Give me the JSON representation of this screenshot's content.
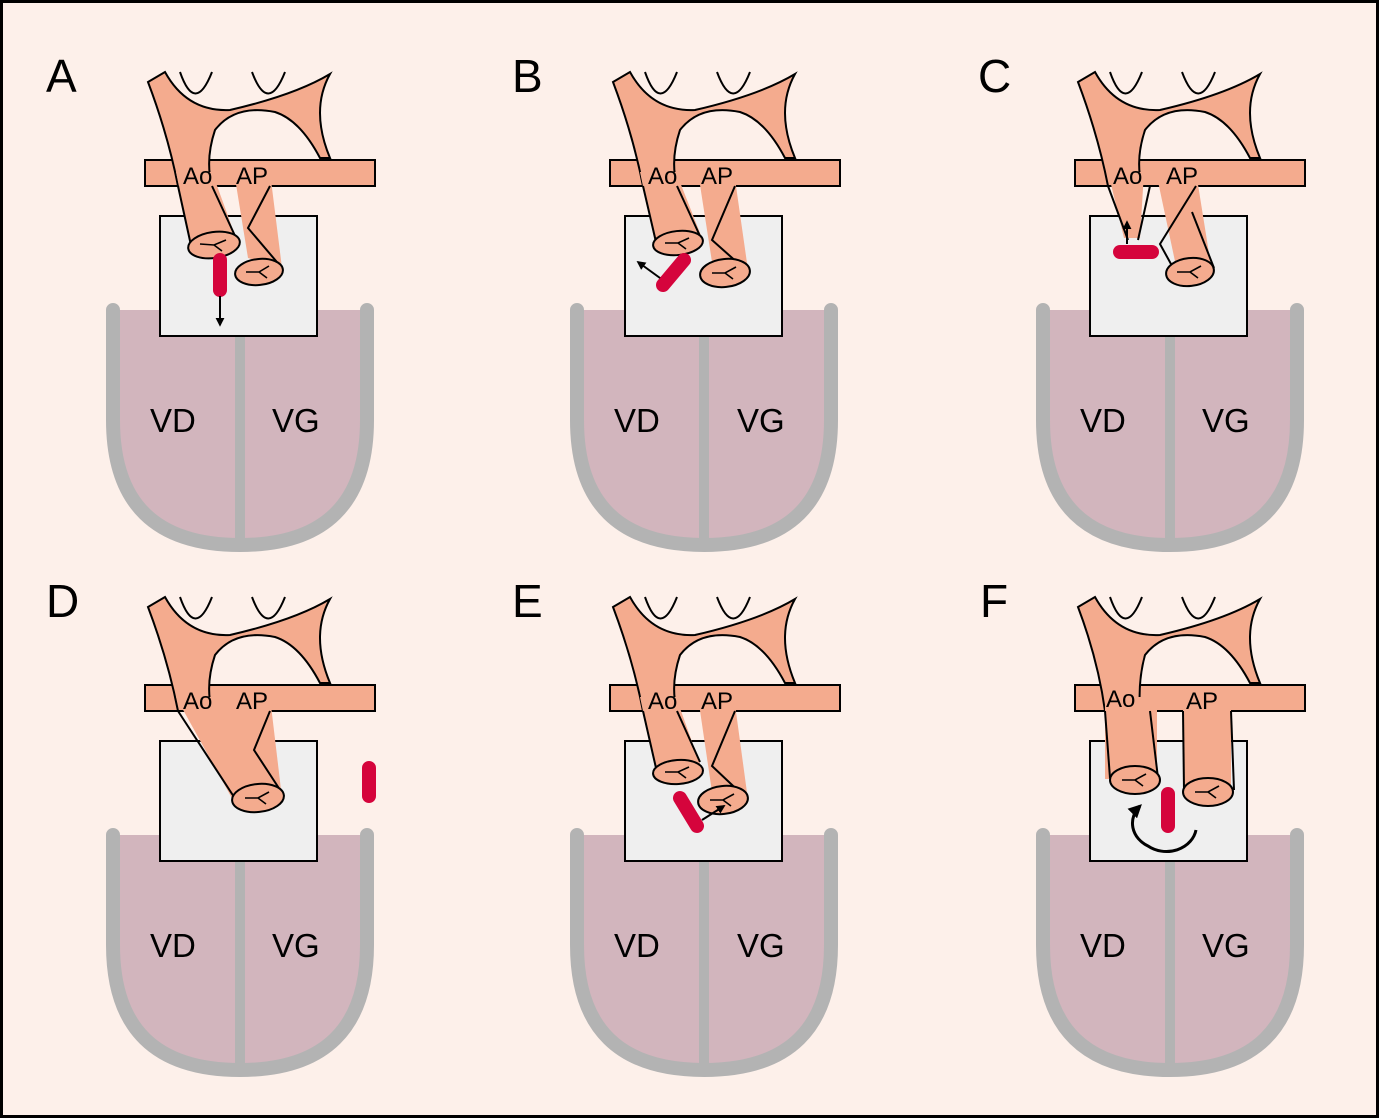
{
  "colors": {
    "background": "#fdf0ea",
    "vessel": "#f4ab8e",
    "box": "#efefef",
    "ventricle": "#d2b5bd",
    "wall": "#b3b3b3",
    "septum_bar": "#d5043c",
    "outline": "#000000"
  },
  "panels": [
    {
      "id": "A",
      "letter": "A",
      "ao": "Ao",
      "ap": "AP",
      "vd": "VD",
      "vg": "VG"
    },
    {
      "id": "B",
      "letter": "B",
      "ao": "Ao",
      "ap": "AP",
      "vd": "VD",
      "vg": "VG"
    },
    {
      "id": "C",
      "letter": "C",
      "ao": "Ao",
      "ap": "AP",
      "vd": "VD",
      "vg": "VG"
    },
    {
      "id": "D",
      "letter": "D",
      "ao": "Ao",
      "ap": "AP",
      "vd": "VD",
      "vg": "VG"
    },
    {
      "id": "E",
      "letter": "E",
      "ao": "Ao",
      "ap": "AP",
      "vd": "VD",
      "vg": "VG"
    },
    {
      "id": "F",
      "letter": "F",
      "ao": "Ao",
      "ap": "AP",
      "vd": "VD",
      "vg": "VG"
    }
  ]
}
